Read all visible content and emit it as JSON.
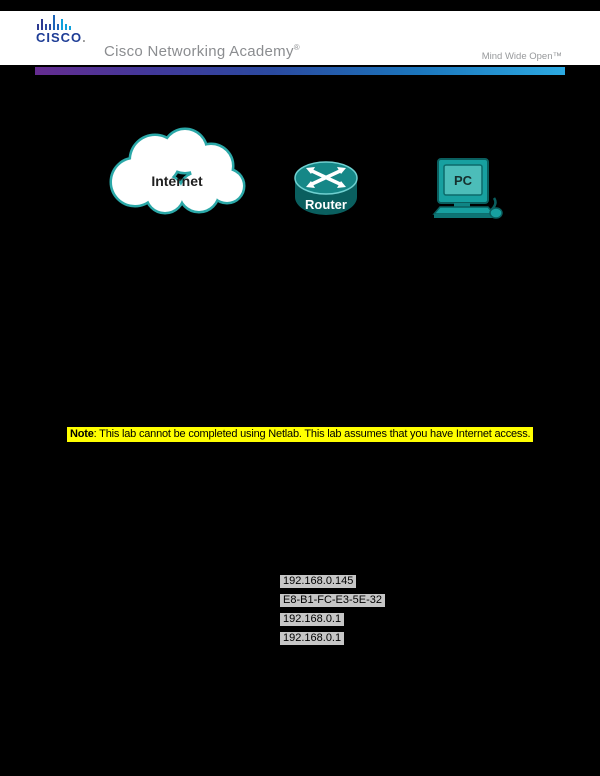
{
  "header": {
    "brand": "CISCO",
    "brand_dot": ".",
    "academy": "Cisco Networking Academy",
    "academy_reg": "®",
    "tagline": "Mind Wide Open™",
    "accent_gradient": [
      "#652c90",
      "#2a4aa0",
      "#2caae2"
    ],
    "brand_color": "#1e3d96"
  },
  "diagram": {
    "cloud_label": "Internet",
    "router_label": "Router",
    "pc_label": "PC",
    "teal_color": "#17a0a0"
  },
  "note": {
    "label": "Note",
    "text": ": This lab cannot be completed using Netlab. This lab assumes that you have Internet access.",
    "highlight_color": "#ffff00"
  },
  "values": {
    "highlight_color": "#c6c6c6",
    "items": [
      "192.168.0.145",
      "E8-B1-FC-E3-5E-32",
      "192.168.0.1",
      "192.168.0.1"
    ]
  }
}
